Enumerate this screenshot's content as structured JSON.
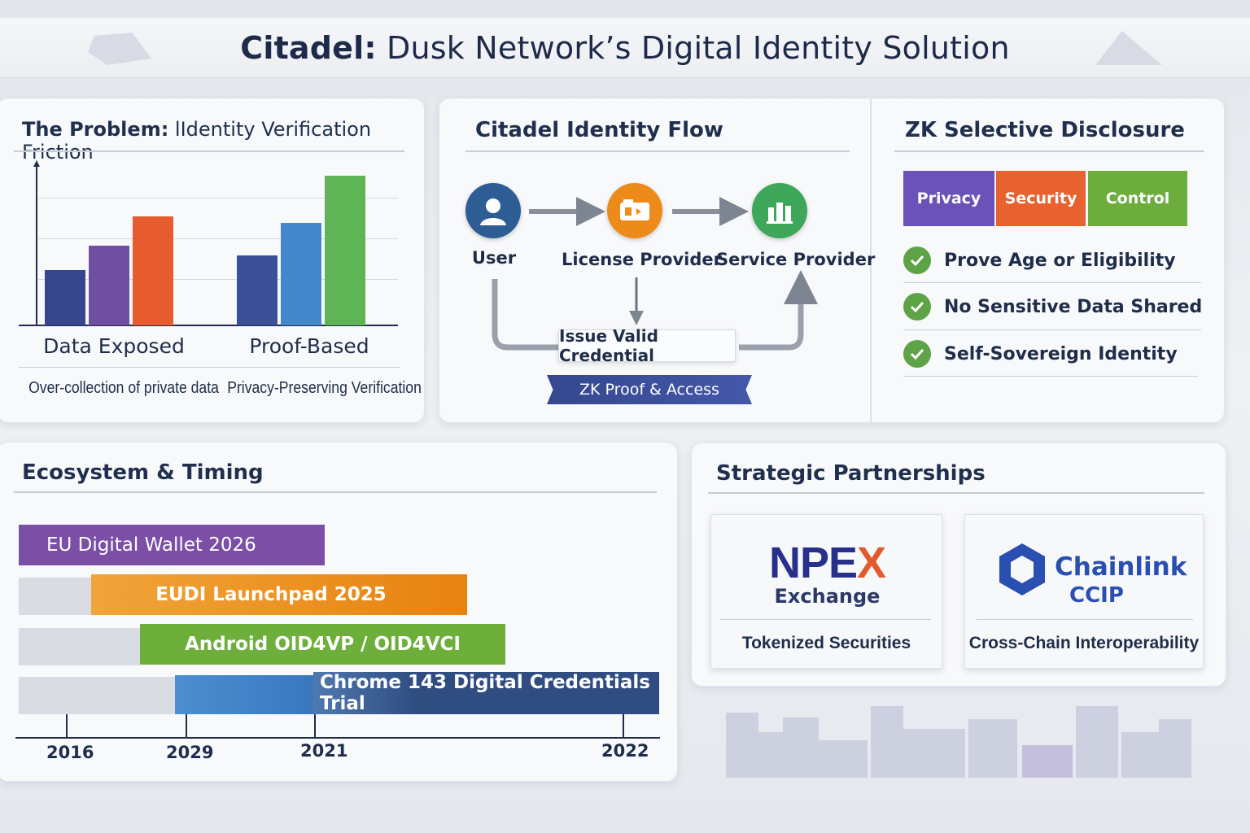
{
  "page": {
    "title_strong": "Citadel:",
    "title_rest": " Dusk Network’s Digital Identity Solution"
  },
  "problem": {
    "title_strong": "The Problem:",
    "title_rest": " lIdentity Verification Friction",
    "groups": [
      {
        "label": "Data Exposed",
        "caption": "Over-collection of private data",
        "bars": [
          {
            "value": 34,
            "color": "#37468d"
          },
          {
            "value": 49,
            "color": "#6f4fa2"
          },
          {
            "value": 67,
            "color": "#e65c2f"
          }
        ]
      },
      {
        "label": "Proof-Based",
        "caption": "Privacy-Preserving Verification",
        "bars": [
          {
            "value": 43,
            "color": "#3d4f98"
          },
          {
            "value": 63,
            "color": "#4487cc"
          },
          {
            "value": 92,
            "color": "#5fb456"
          }
        ]
      }
    ]
  },
  "flow": {
    "title": "Citadel Identity Flow",
    "nodes": [
      {
        "label": "User",
        "icon": "user-icon",
        "color": "#2e5d95"
      },
      {
        "label": "License Provider",
        "icon": "license-icon",
        "color": "#ec8a1a"
      },
      {
        "label": "Service Provider",
        "icon": "building-icon",
        "color": "#3fa75a"
      }
    ],
    "credential_label": "Issue Valid Credential",
    "access_label": "ZK Proof & Access"
  },
  "zk": {
    "title": "ZK Selective Disclosure",
    "tags": [
      {
        "label": "Privacy",
        "color": "#6b52b8"
      },
      {
        "label": "Security",
        "color": "#e8622f"
      },
      {
        "label": "Control",
        "color": "#6cad3d"
      }
    ],
    "checks": [
      "Prove Age or Eligibility",
      "No Sensitive Data Shared",
      "Self-Sovereign Identity"
    ]
  },
  "ecosystem": {
    "title": "Ecosystem & Timing",
    "bars": [
      {
        "label": "EU Digital Wallet 2026",
        "color": "#7b4fa6"
      },
      {
        "label": "EUDI Launchpad 2025",
        "color": "#ec8a1a"
      },
      {
        "label": "Android OID4VP / OID4VCI",
        "color": "#6eaf3c"
      },
      {
        "label": "Chrome 143 Digital Credentials Trial",
        "color": "#2f4d80"
      }
    ],
    "years": [
      "2016",
      "2029",
      "2021",
      "2022"
    ]
  },
  "partners": {
    "title": "Strategic Partnerships",
    "items": [
      {
        "logo_main": "NPE",
        "logo_x": "X",
        "logo_sub": "Exchange",
        "caption": "Tokenized Securities"
      },
      {
        "logo_main": "Chainlink",
        "logo_sub": "CCIP",
        "caption": "Cross-Chain Interoperability"
      }
    ]
  }
}
